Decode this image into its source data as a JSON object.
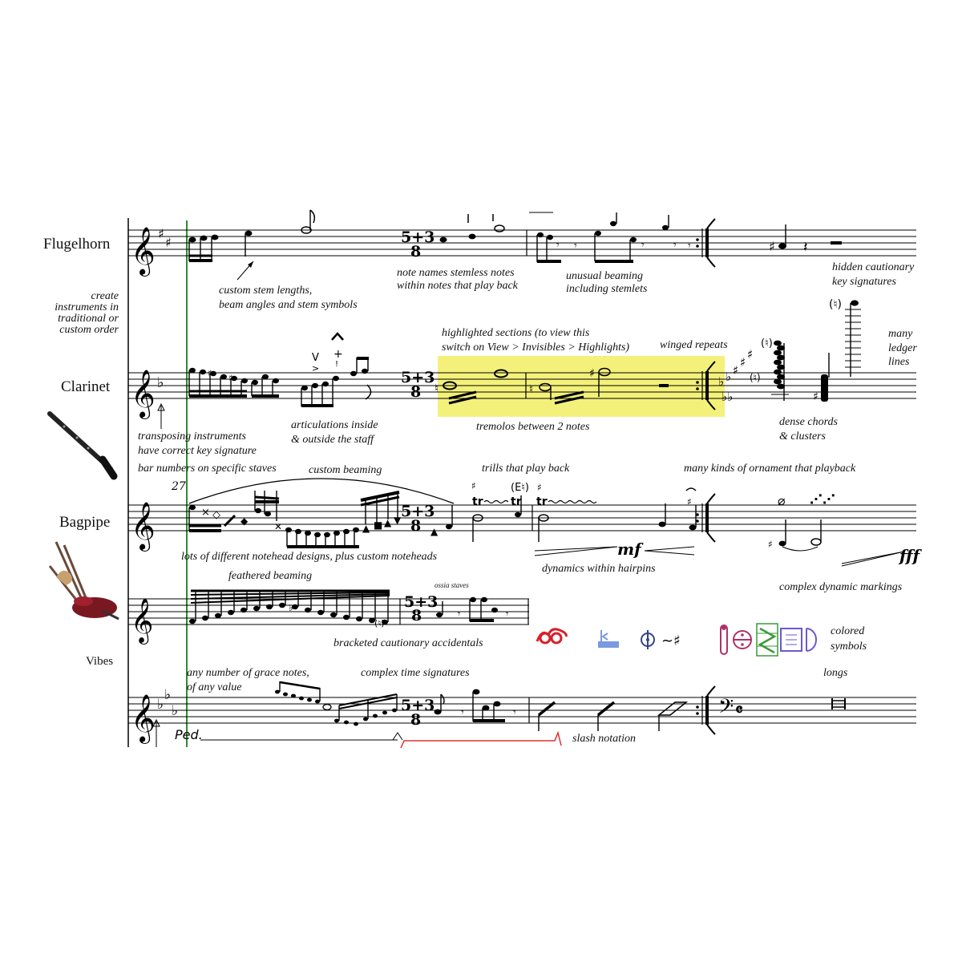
{
  "instruments": {
    "flugelhorn": "Flugelhorn",
    "clarinet": "Clarinet",
    "bagpipe": "Bagpipe",
    "vibes": "Vibes"
  },
  "time_signature": {
    "top": "5+3",
    "bottom": "8"
  },
  "bar_number": "27",
  "small_labels": {
    "cautionary_natural": "(♮)",
    "trill_accidental": "(E♮)",
    "ossia": "ossia staves",
    "pedal": "Ped."
  },
  "dynamics": {
    "mf": "mf",
    "fff": "fff"
  },
  "annotations": {
    "create_instruments": [
      "create",
      "instruments in",
      "traditional or",
      "custom order"
    ],
    "custom_stem": [
      "custom stem lengths,",
      "beam angles and stem symbols"
    ],
    "note_names": [
      "note names  stemless notes",
      "within notes that play back"
    ],
    "unusual_beaming": [
      "unusual beaming",
      "including stemlets"
    ],
    "hidden_cautionary": [
      "hidden cautionary",
      "key signatures"
    ],
    "highlighted": [
      "highlighted sections (to view this",
      "switch on View > Invisibles > Highlights)"
    ],
    "winged_repeats": "winged repeats",
    "many_ledger": [
      "many",
      "ledger",
      "lines"
    ],
    "transposing": [
      "transposing instruments",
      "have correct key signature"
    ],
    "articulations": [
      "articulations inside",
      "& outside the staff"
    ],
    "tremolos": "tremolos between 2 notes",
    "dense_chords": [
      "dense chords",
      "& clusters"
    ],
    "bar_numbers": "bar numbers on specific staves",
    "custom_beaming": "custom beaming",
    "trills": "trills that play back",
    "ornaments": "many kinds of ornament that playback",
    "noteheads": "lots of different notehead designs, plus custom noteheads",
    "hairpins": "dynamics within hairpins",
    "feathered": "feathered beaming",
    "complex_dynamic": "complex dynamic markings",
    "bracketed": "bracketed cautionary accidentals",
    "colored": [
      "colored",
      "symbols"
    ],
    "grace_notes": [
      "any number of grace notes,",
      "of any value"
    ],
    "complex_time": "complex time signatures",
    "longs": "longs",
    "slash": "slash notation"
  },
  "colors": {
    "highlight": "#f4f17a",
    "marker_line": "#2e8b2e",
    "red_bracket": "#e03030",
    "red_symbol": "#d8202a",
    "blue_symbol": "#7a9ae0",
    "navy_symbol": "#334488",
    "magenta_symbol": "#b0306a",
    "green_symbol": "#3a9a3a",
    "purple_symbol": "#6a5acd"
  }
}
